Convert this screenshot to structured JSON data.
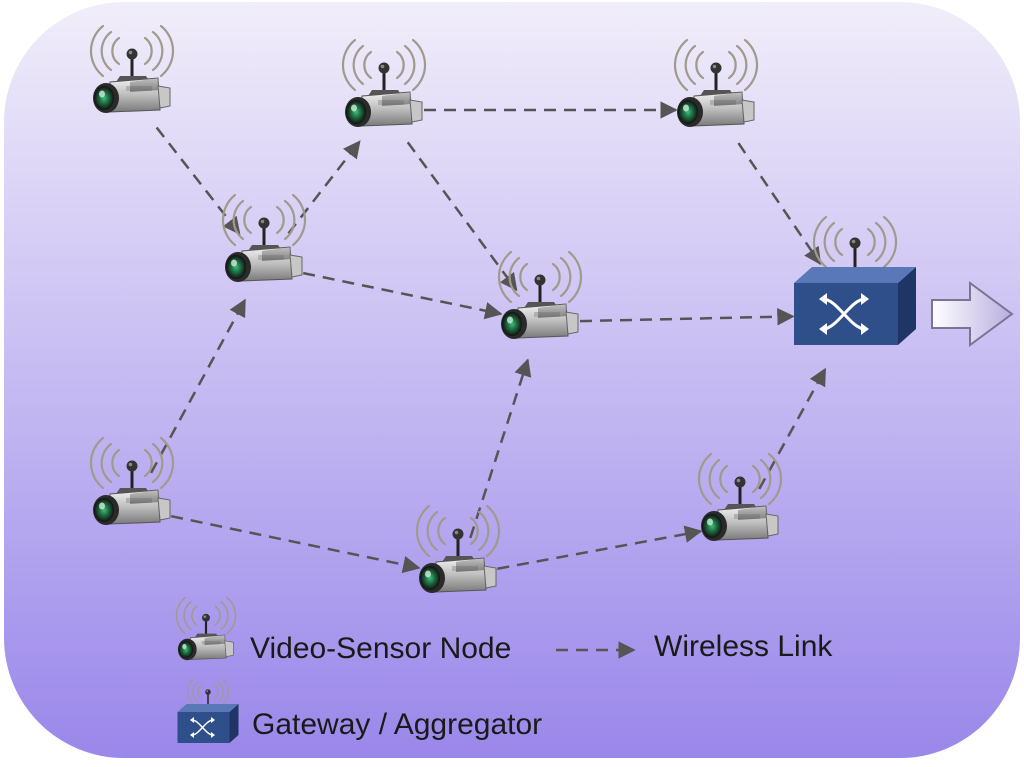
{
  "diagram": {
    "nodes": [
      {
        "id": "cam-1",
        "kind": "video-sensor-node"
      },
      {
        "id": "cam-2",
        "kind": "video-sensor-node"
      },
      {
        "id": "cam-3",
        "kind": "video-sensor-node"
      },
      {
        "id": "cam-4",
        "kind": "video-sensor-node"
      },
      {
        "id": "cam-5",
        "kind": "video-sensor-node"
      },
      {
        "id": "cam-6",
        "kind": "video-sensor-node"
      },
      {
        "id": "cam-7",
        "kind": "video-sensor-node"
      },
      {
        "id": "cam-8",
        "kind": "video-sensor-node"
      },
      {
        "id": "cam-9",
        "kind": "video-sensor-node"
      },
      {
        "id": "gateway",
        "kind": "gateway-aggregator"
      }
    ],
    "links": [
      {
        "from": "cam-1",
        "to": "cam-4"
      },
      {
        "from": "cam-4",
        "to": "cam-2"
      },
      {
        "from": "cam-2",
        "to": "cam-3"
      },
      {
        "from": "cam-2",
        "to": "cam-5"
      },
      {
        "from": "cam-4",
        "to": "cam-5"
      },
      {
        "from": "cam-3",
        "to": "gateway"
      },
      {
        "from": "cam-5",
        "to": "gateway"
      },
      {
        "from": "cam-6",
        "to": "cam-4"
      },
      {
        "from": "cam-6",
        "to": "cam-7"
      },
      {
        "from": "cam-7",
        "to": "cam-5"
      },
      {
        "from": "cam-7",
        "to": "cam-8"
      },
      {
        "from": "cam-8",
        "to": "gateway"
      }
    ],
    "uplink": {
      "from": "gateway",
      "icon": "outgoing-arrow-icon"
    }
  },
  "legend": {
    "sensor_label": "Video-Sensor Node",
    "link_label": "Wireless Link",
    "gateway_label": "Gateway / Aggregator"
  },
  "colors": {
    "background_top": "#f1eefa",
    "background_bottom": "#9a87ea",
    "link": "#555555",
    "gateway_front": "#2f4f8a",
    "gateway_top": "#5a78b8",
    "gateway_side": "#1e3566"
  }
}
